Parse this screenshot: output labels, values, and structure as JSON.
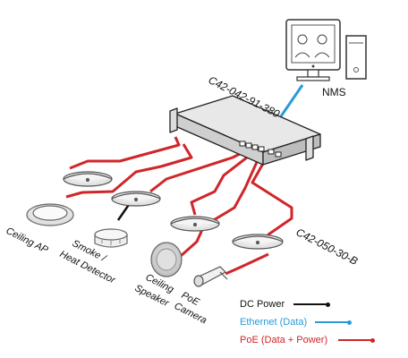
{
  "nms": {
    "label": "NMS"
  },
  "switch": {
    "model": "C42-042-91-380"
  },
  "access_point": {
    "model": "C42-050-30-B"
  },
  "devices": {
    "ceiling_ap": "Ceiling AP",
    "smoke_line1": "Smoke /",
    "smoke_line2": "Heat Detector",
    "speaker_line1": "Ceiling",
    "speaker_line2": "Speaker",
    "camera_line1": "PoE",
    "camera_line2": "Camera"
  },
  "legend": [
    {
      "label": "DC Power",
      "color": "#111111"
    },
    {
      "label": "Ethernet (Data)",
      "color": "#2a9bd8"
    },
    {
      "label": "PoE (Data + Power)",
      "color": "#d0262a"
    }
  ],
  "colors": {
    "poe": "#d0262a",
    "ethernet": "#2a9bd8",
    "dc": "#111111"
  }
}
